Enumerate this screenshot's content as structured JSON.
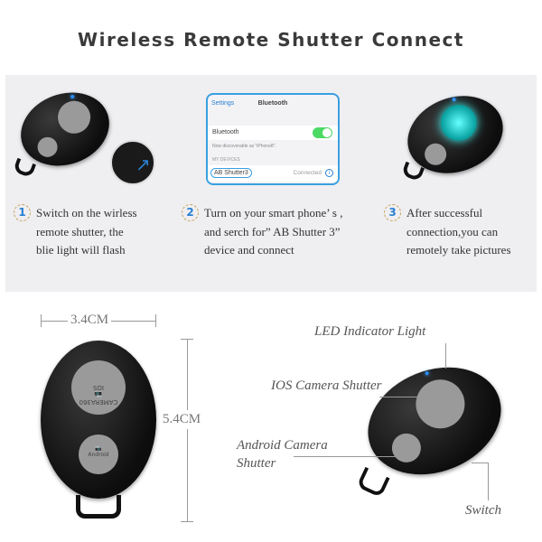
{
  "title": "Wireless Remote Shutter Connect",
  "phone": {
    "back": "Settings",
    "header": "Bluetooth",
    "bluetooth_label": "Bluetooth",
    "discoverable": "Now discoverable as \"iPhone8\".",
    "section": "MY DEVICES",
    "device": "AB Shutter3",
    "status": "Connected",
    "toggle_on": true,
    "accent": "#4cd964"
  },
  "steps": [
    {
      "num": "1",
      "lines": [
        "Switch on the wirless",
        "remote shutter, the",
        "blie light will flash"
      ]
    },
    {
      "num": "2",
      "lines": [
        "Turn on your smart phone’ s ,",
        "and serch for” AB Shutter 3”",
        "device and connect"
      ]
    },
    {
      "num": "3",
      "lines": [
        "After successful",
        "connection,you can",
        "remotely take pictures"
      ]
    }
  ],
  "dimensions": {
    "width": "3.4CM",
    "height": "5.4CM"
  },
  "remote_labels": {
    "ios": "CAMERA360",
    "ios_sub": "IOS",
    "android": "Android"
  },
  "callouts": {
    "led": "LED Indicator Light",
    "ios": "IOS Camera Shutter",
    "android_1": "Android Camera",
    "android_2": "Shutter",
    "switch": "Switch"
  }
}
